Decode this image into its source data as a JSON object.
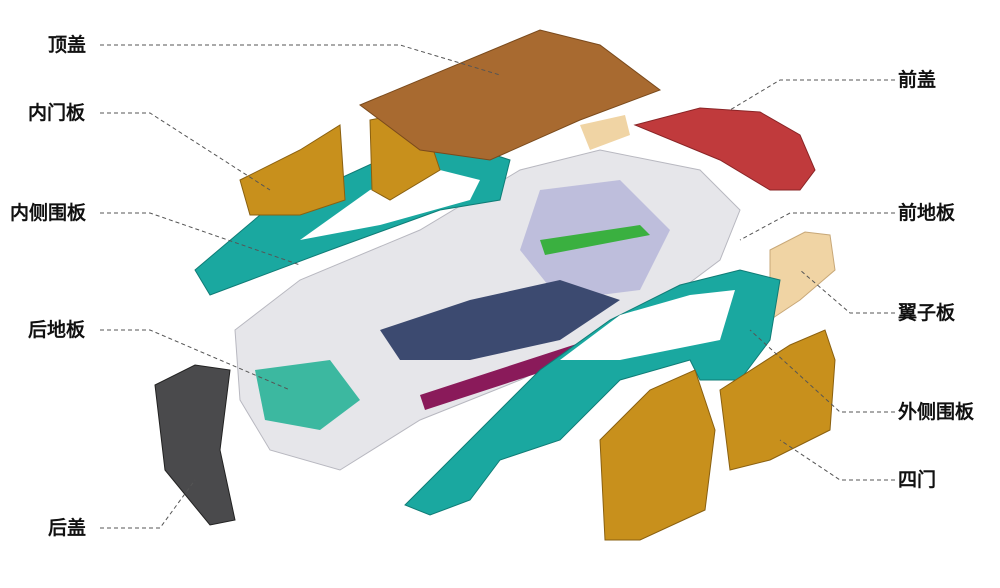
{
  "labels": {
    "roof": "顶盖",
    "inner_door_panel": "内门板",
    "inner_side_panel": "内侧围板",
    "rear_floor": "后地板",
    "trunk_lid": "后盖",
    "hood": "前盖",
    "front_floor": "前地板",
    "fender": "翼子板",
    "outer_side_panel": "外侧围板",
    "four_doors": "四门"
  },
  "colors": {
    "roof": "#a86a30",
    "hood": "#c03a3c",
    "doors": "#c8901c",
    "side_panel": "#1aa8a0",
    "fender": "#f0d4a4",
    "trunk": "#4a4a4c",
    "body": "#e6e6ea",
    "floor": "#3c4a70",
    "rear_floor": "#3cb8a0",
    "leader": "#555555"
  }
}
